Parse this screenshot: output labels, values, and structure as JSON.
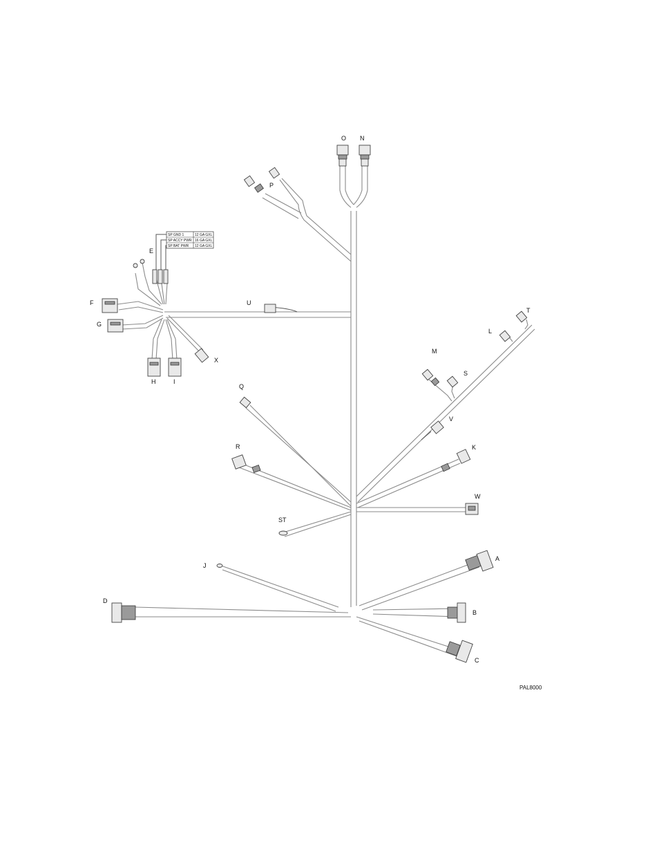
{
  "diagram": {
    "connector_labels": {
      "A": "A",
      "B": "B",
      "C": "C",
      "D": "D",
      "E": "E",
      "F": "F",
      "G": "G",
      "H": "H",
      "I": "I",
      "J": "J",
      "K": "K",
      "L": "L",
      "M": "M",
      "N": "N",
      "O": "O",
      "P": "P",
      "Q": "Q",
      "R": "R",
      "S": "S",
      "ST": "ST",
      "T": "T",
      "U": "U",
      "V": "V",
      "W": "W",
      "X": "X"
    },
    "wire_table": [
      {
        "name": "SP GND 1",
        "gauge": "12 GA GXL"
      },
      {
        "name": "SP ACCY PWR",
        "gauge": "16 GA GXL"
      },
      {
        "name": "SP BAT PWR",
        "gauge": "12 GA GXL"
      }
    ],
    "drawing_code": "PAL8000"
  }
}
